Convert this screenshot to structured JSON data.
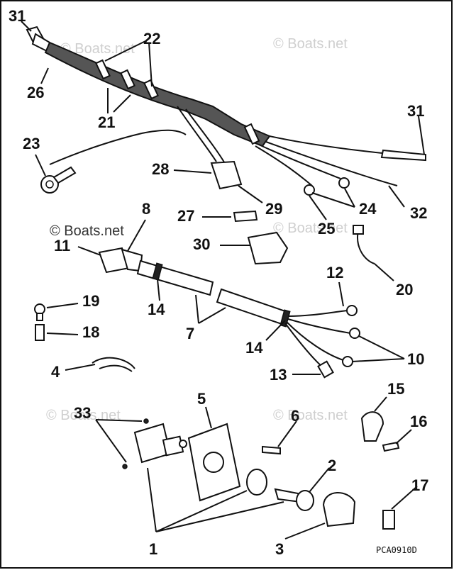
{
  "callouts": {
    "c31a": "31",
    "c22": "22",
    "c26": "26",
    "c21": "21",
    "c31b": "31",
    "c23": "23",
    "c28": "28",
    "c29": "29",
    "c24": "24",
    "c32": "32",
    "c25": "25",
    "c8": "8",
    "c27": "27",
    "c30": "30",
    "c11": "11",
    "c20": "20",
    "c12": "12",
    "c19": "19",
    "c14a": "14",
    "c7": "7",
    "c18": "18",
    "c14b": "14",
    "c10": "10",
    "c4": "4",
    "c13": "13",
    "c5": "5",
    "c15": "15",
    "c33": "33",
    "c6": "6",
    "c16": "16",
    "c2": "2",
    "c17": "17",
    "c1": "1",
    "c3": "3"
  },
  "watermark": "© Boats.net",
  "diagram_code": "PCA0910D"
}
